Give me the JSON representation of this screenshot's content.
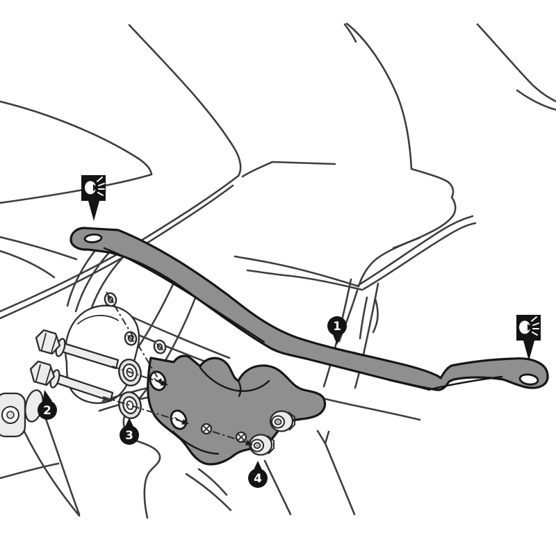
{
  "diagram": {
    "kind": "motorcycle-bracket-mounting-instruction",
    "colors": {
      "background": "#ffffff",
      "outline": "#3d3d3d",
      "bracket_fill": "#8f8f8f",
      "bracket_outline": "#161616",
      "hardware_fill": "#ececec",
      "hardware_outline": "#2a2a2a",
      "marker_fill": "#141414",
      "marker_text": "#ffffff"
    },
    "callouts": [
      {
        "number": "1",
        "target": "mounting-bracket"
      },
      {
        "number": "2",
        "target": "hex-bolts"
      },
      {
        "number": "3",
        "target": "washers"
      },
      {
        "number": "4",
        "target": "flange-nuts"
      }
    ],
    "icons": [
      {
        "name": "look-attention-icon",
        "position": "upper-left"
      },
      {
        "name": "look-attention-icon",
        "position": "right"
      }
    ]
  }
}
